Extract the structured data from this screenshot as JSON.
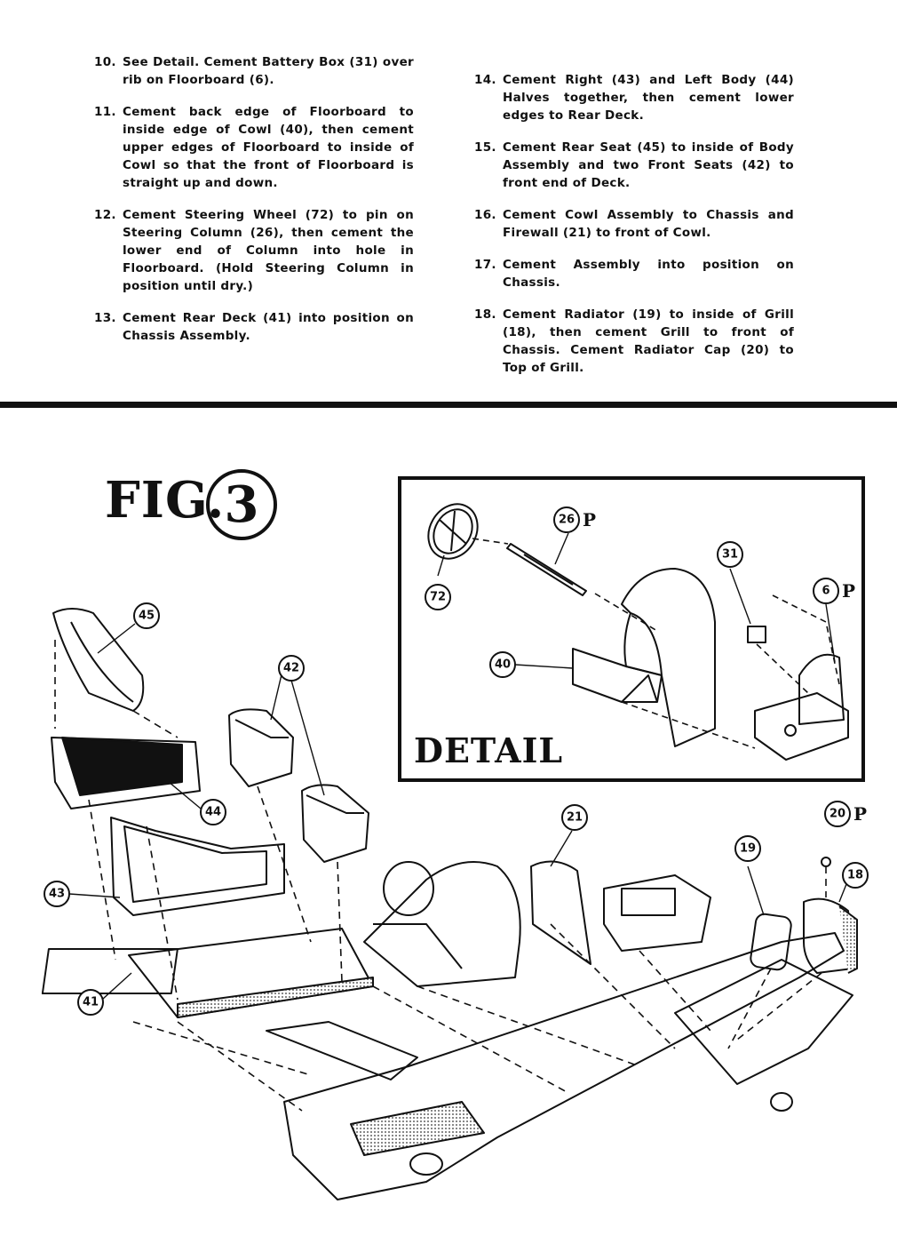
{
  "instructions": {
    "left": [
      {
        "num": "10.",
        "text": "See Detail. Cement Battery Box (31) over rib on Floorboard (6)."
      },
      {
        "num": "11.",
        "text": "Cement back edge of Floorboard to inside edge of Cowl (40), then cement upper edges of Floorboard to inside of Cowl so that the front of Floorboard is straight up and down."
      },
      {
        "num": "12.",
        "text": "Cement Steering Wheel (72) to pin on Steering Column (26), then cement the lower end of Column into hole in Floorboard. (Hold Steering Column in position until dry.)"
      },
      {
        "num": "13.",
        "text": "Cement Rear Deck (41) into position on Chassis Assembly."
      }
    ],
    "right": [
      {
        "num": "14.",
        "text": "Cement Right (43) and Left Body (44) Halves together, then cement lower edges to Rear Deck."
      },
      {
        "num": "15.",
        "text": "Cement Rear Seat (45) to inside of Body Assembly and two Front Seats (42) to front end of Deck."
      },
      {
        "num": "16.",
        "text": "Cement Cowl Assembly to Chassis and Firewall (21) to front of Cowl."
      },
      {
        "num": "17.",
        "text": "Cement Assembly into position on Chassis."
      },
      {
        "num": "18.",
        "text": "Cement Radiator (19) to inside of Grill (18), then cement Grill to front of Chassis. Cement Radiator Cap (20) to Top of Grill."
      }
    ]
  },
  "figure": {
    "title": "FIG.",
    "number": "3",
    "detail_label": "DETAIL",
    "callouts": {
      "c45": "45",
      "c42": "42",
      "c44": "44",
      "c43": "43",
      "c41": "41",
      "c21": "21",
      "c19": "19",
      "c20": "20",
      "c18": "18",
      "c26": "26",
      "c72": "72",
      "c31": "31",
      "c6": "6",
      "c40": "40"
    },
    "p_marks": {
      "p26": "P",
      "p6": "P",
      "p20": "P"
    }
  }
}
